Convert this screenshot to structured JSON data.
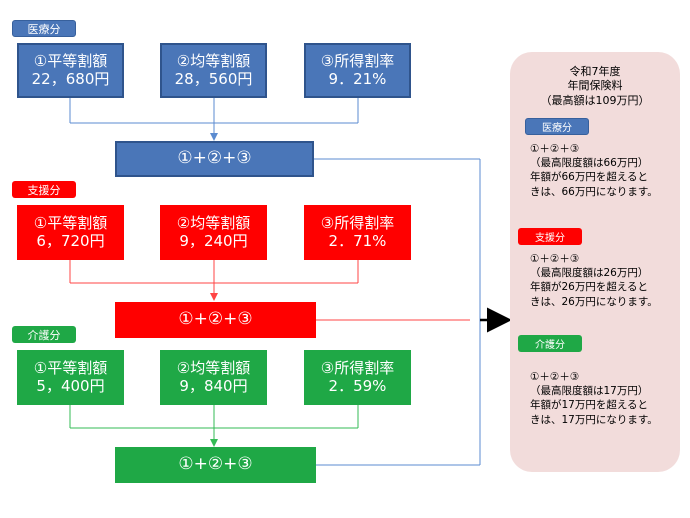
{
  "medical": {
    "tag": "医療分",
    "box1": {
      "l1": "①平等割額",
      "l2": "22，680円"
    },
    "box2": {
      "l1": "②均等割額",
      "l2": "28，560円"
    },
    "box3": {
      "l1": "③所得割率",
      "l2": "9．21%"
    },
    "sum": "①+②+③"
  },
  "support": {
    "tag": "支援分",
    "box1": {
      "l1": "①平等割額",
      "l2": "6，720円"
    },
    "box2": {
      "l1": "②均等割額",
      "l2": "9，240円"
    },
    "box3": {
      "l1": "③所得割率",
      "l2": "2．71%"
    },
    "sum": "①+②+③"
  },
  "care": {
    "tag": "介護分",
    "box1": {
      "l1": "①平等割額",
      "l2": "5，400円"
    },
    "box2": {
      "l1": "②均等割額",
      "l2": "9，840円"
    },
    "box3": {
      "l1": "③所得割率",
      "l2": "2．59%"
    },
    "sum": "①+②+③"
  },
  "panel": {
    "title1": "令和7年度",
    "title2": "年間保険料",
    "title3": "（最高額は109万円）",
    "medical": {
      "tag": "医療分",
      "l1": "①＋②＋③",
      "l2": "（最高限度額は66万円）",
      "l3": "年額が66万円を超えると",
      "l4": "きは、66万円になります。"
    },
    "support": {
      "tag": "支援分",
      "l1": "①＋②＋③",
      "l2": "（最高限度額は26万円）",
      "l3": "年額が26万円を超えると",
      "l4": "きは、26万円になります。"
    },
    "care": {
      "tag": "介護分",
      "l1": "①＋②＋③",
      "l2": "（最高限度額は17万円）",
      "l3": "年額が17万円を超えると",
      "l4": "きは、17万円になります。"
    }
  },
  "colors": {
    "blue": "#4a76b8",
    "red": "#ff0000",
    "green": "#1fa846",
    "panel": "#f2dcdb"
  }
}
